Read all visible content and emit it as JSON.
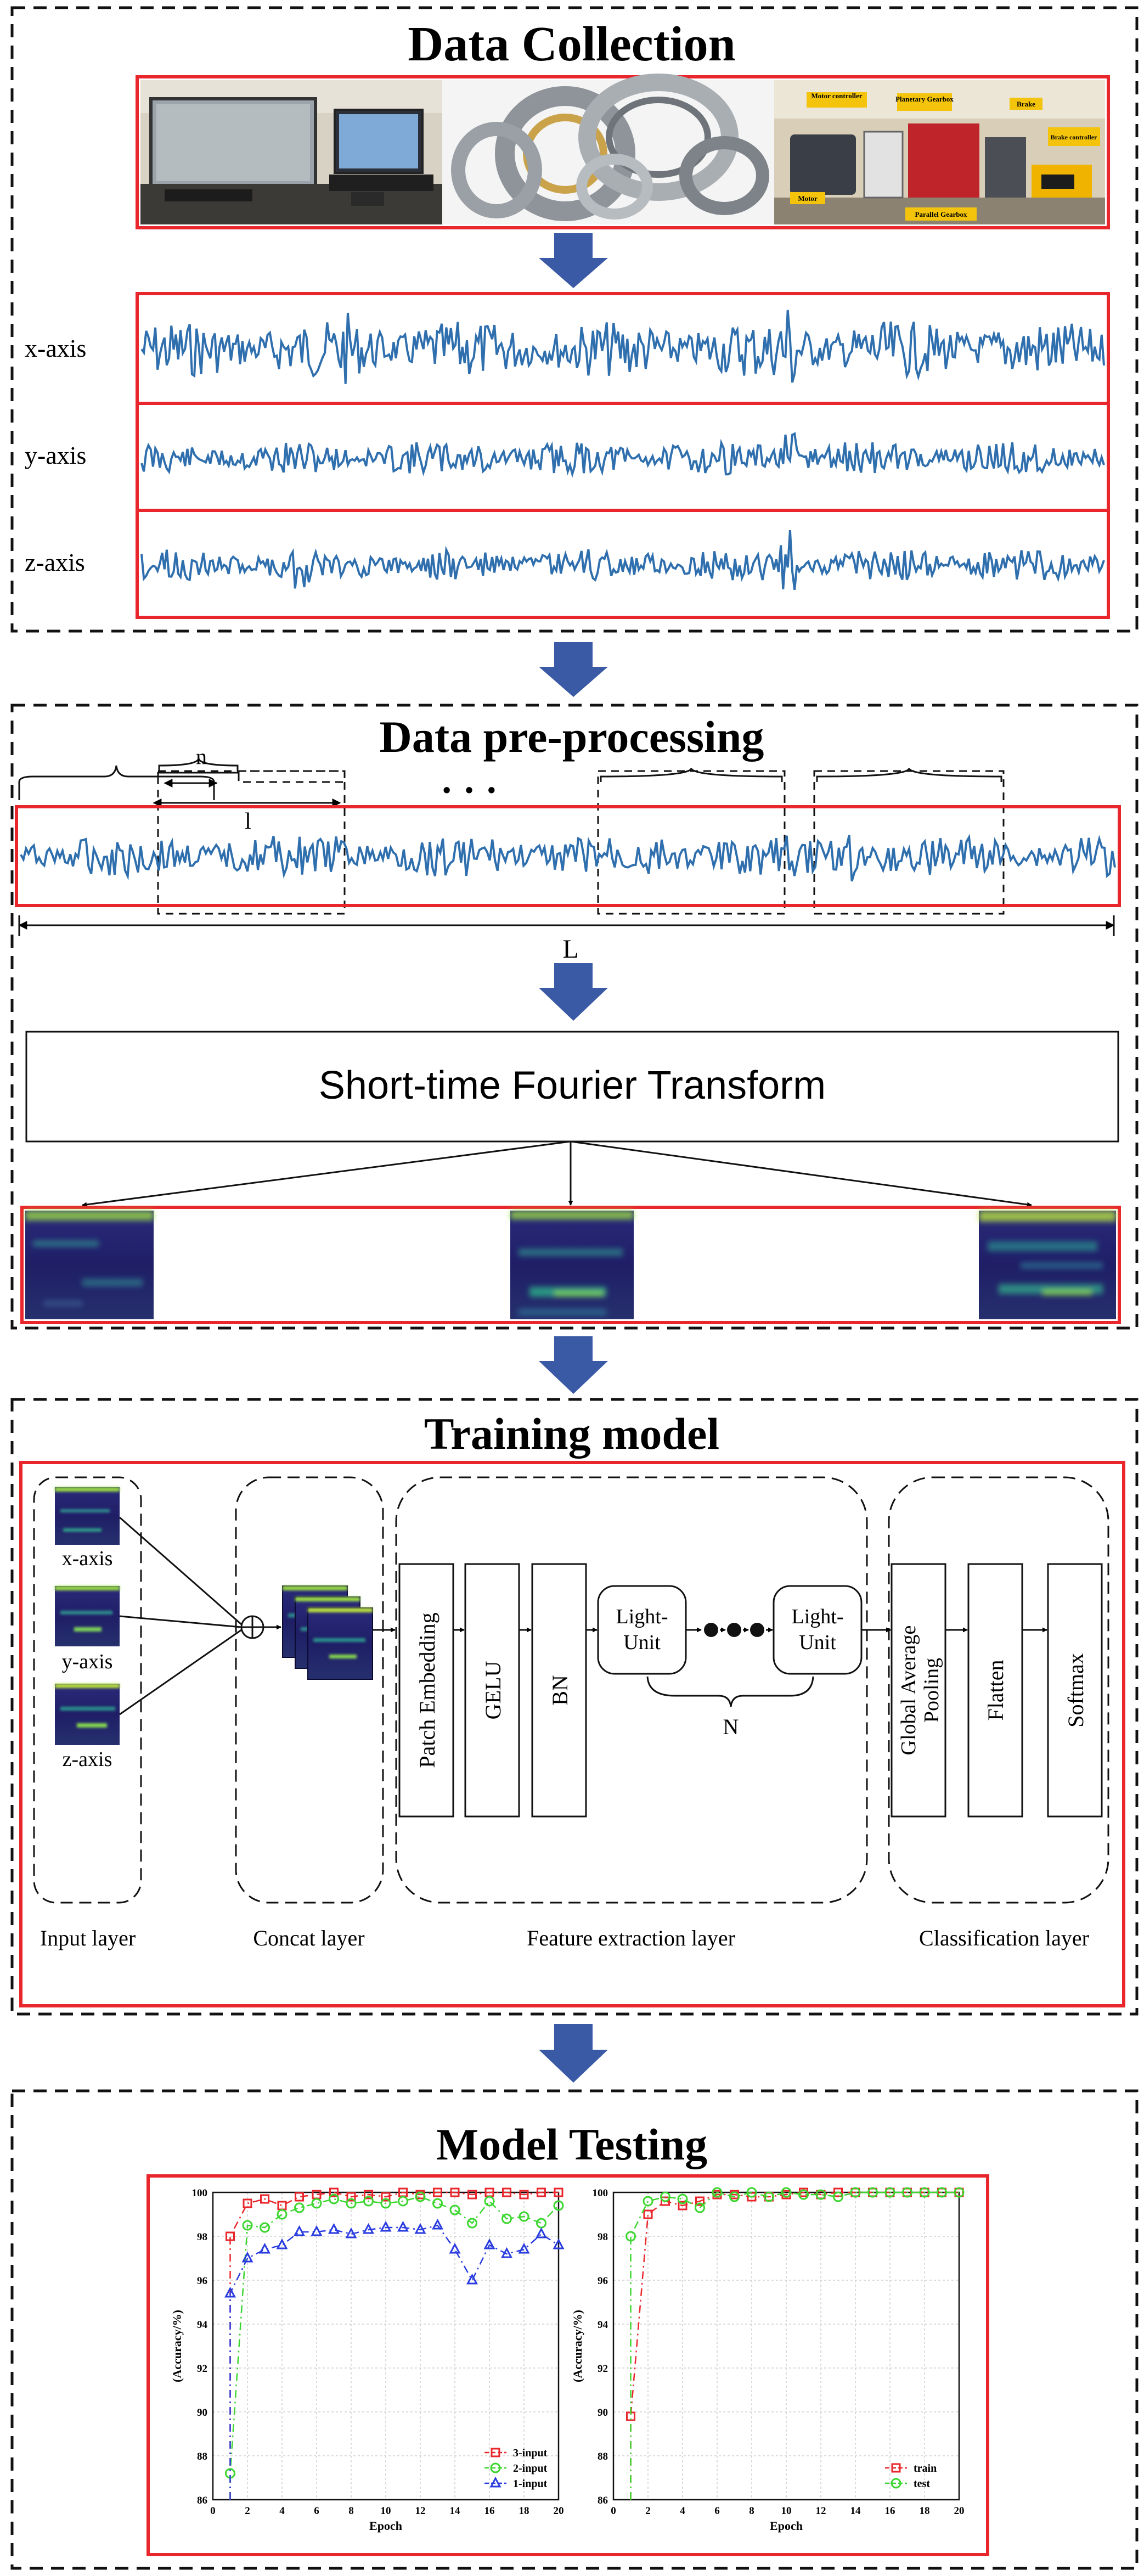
{
  "sections": {
    "collection": {
      "title": "Data Collection"
    },
    "preprocessing": {
      "title": "Data pre-processing"
    },
    "training": {
      "title": "Training model"
    },
    "testing": {
      "title": "Model Testing"
    }
  },
  "collection": {
    "photo_labels": [
      "Motor controller",
      "Planetary Gearbox",
      "Brake",
      "Brake controller",
      "Motor",
      "Parallel Gearbox"
    ],
    "axes": [
      "x-axis",
      "y-axis",
      "z-axis"
    ]
  },
  "preprocessing": {
    "window_label_n": "n",
    "window_label_l": "l",
    "ellipsis": "· · ·",
    "length_label": "L",
    "stft_label": "Short-time Fourier Transform"
  },
  "training": {
    "input_axes": [
      "x-axis",
      "y-axis",
      "z-axis"
    ],
    "blocks": {
      "patch": "Patch Embedding",
      "gelu": "GELU",
      "bn": "BN",
      "light1": [
        "Light-",
        "Unit"
      ],
      "light2": [
        "Light-",
        "Unit"
      ],
      "gap": [
        "Global Average",
        "Pooling"
      ],
      "flatten": "Flatten",
      "softmax": "Softmax"
    },
    "n_label": "N",
    "layer_labels": {
      "input": "Input layer",
      "concat": "Concat layer",
      "feature": "Feature extraction layer",
      "classification": "Classification layer"
    }
  },
  "colors": {
    "frame": "#e8262b",
    "signal": "#2f6fae",
    "arrow": "#3a5aa5",
    "series_red": "#e8262b",
    "series_green": "#3bd62f",
    "series_blue": "#2a3ce0"
  },
  "chart_data": [
    {
      "type": "line",
      "title": "",
      "xlabel": "Epoch",
      "ylabel": "(Accuracy/%)",
      "xlim": [
        0,
        20
      ],
      "ylim": [
        86,
        100
      ],
      "xticks": [
        0,
        2,
        4,
        6,
        8,
        10,
        12,
        14,
        16,
        18,
        20
      ],
      "yticks": [
        86,
        88,
        90,
        92,
        94,
        96,
        98,
        100
      ],
      "x": [
        1,
        2,
        3,
        4,
        5,
        6,
        7,
        8,
        9,
        10,
        11,
        12,
        13,
        14,
        15,
        16,
        17,
        18,
        19,
        20
      ],
      "legend_position": "bottom-right",
      "grid": true,
      "series": [
        {
          "name": "3-input",
          "values": [
            98.0,
            99.5,
            99.7,
            99.4,
            99.8,
            99.9,
            100.0,
            99.8,
            99.9,
            99.8,
            100.0,
            99.9,
            100.0,
            100.0,
            99.9,
            100.0,
            100.0,
            99.9,
            100.0,
            100.0
          ]
        },
        {
          "name": "2-input",
          "values": [
            87.2,
            98.5,
            98.4,
            99.0,
            99.3,
            99.5,
            99.7,
            99.5,
            99.6,
            99.5,
            99.6,
            99.8,
            99.5,
            99.2,
            98.6,
            99.6,
            98.8,
            98.9,
            98.6,
            99.4
          ]
        },
        {
          "name": "1-input",
          "values": [
            95.4,
            97.0,
            97.4,
            97.6,
            98.2,
            98.2,
            98.3,
            98.1,
            98.3,
            98.4,
            98.4,
            98.3,
            98.5,
            97.4,
            96.0,
            97.6,
            97.2,
            97.4,
            98.1,
            97.6
          ]
        }
      ]
    },
    {
      "type": "line",
      "title": "",
      "xlabel": "Epoch",
      "ylabel": "(Accuracy/%)",
      "xlim": [
        0,
        20
      ],
      "ylim": [
        86,
        100
      ],
      "xticks": [
        0,
        2,
        4,
        6,
        8,
        10,
        12,
        14,
        16,
        18,
        20
      ],
      "yticks": [
        86,
        88,
        90,
        92,
        94,
        96,
        98,
        100
      ],
      "x": [
        1,
        2,
        3,
        4,
        5,
        6,
        7,
        8,
        9,
        10,
        11,
        12,
        13,
        14,
        15,
        16,
        17,
        18,
        19,
        20
      ],
      "legend_position": "bottom-right",
      "grid": true,
      "series": [
        {
          "name": "train",
          "values": [
            89.8,
            99.0,
            99.6,
            99.4,
            99.6,
            99.9,
            99.9,
            99.8,
            99.8,
            99.9,
            100.0,
            99.9,
            100.0,
            100.0,
            100.0,
            100.0,
            100.0,
            100.0,
            100.0,
            100.0
          ]
        },
        {
          "name": "test",
          "values": [
            98.0,
            99.6,
            99.8,
            99.7,
            99.3,
            100.0,
            99.8,
            100.0,
            99.8,
            100.0,
            99.9,
            99.9,
            99.8,
            100.0,
            100.0,
            100.0,
            100.0,
            100.0,
            100.0,
            100.0
          ]
        }
      ]
    }
  ]
}
